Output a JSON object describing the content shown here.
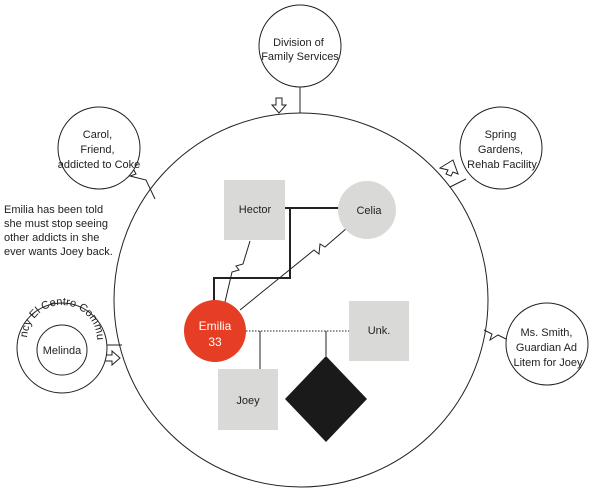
{
  "colors": {
    "line": "#222222",
    "box": "#d9d9d7",
    "focus": "#e63d25",
    "deceased": "#1a1a1a",
    "background": "#ffffff"
  },
  "external": {
    "division": {
      "lines": [
        "Division of",
        "Family Services"
      ]
    },
    "carol": {
      "lines": [
        "Carol,",
        "Friend,",
        "addicted to Coke"
      ]
    },
    "spring": {
      "lines": [
        "Spring",
        "Gardens,",
        "Rehab Facility"
      ]
    },
    "smith": {
      "lines": [
        "Ms. Smith,",
        "Guardian Ad",
        "Litem for Joey"
      ]
    },
    "agency": {
      "arc_text": "Agency El Centro Community",
      "inner": "Melinda"
    }
  },
  "note": {
    "lines": [
      "Emilia has been told",
      "she must stop seeing",
      "other addicts in she",
      "ever wants Joey back."
    ]
  },
  "family": {
    "hector": "Hector",
    "celia": "Celia",
    "emilia_name": "Emilia",
    "emilia_age": "33",
    "unknown": "Unk.",
    "joey": "Joey"
  }
}
